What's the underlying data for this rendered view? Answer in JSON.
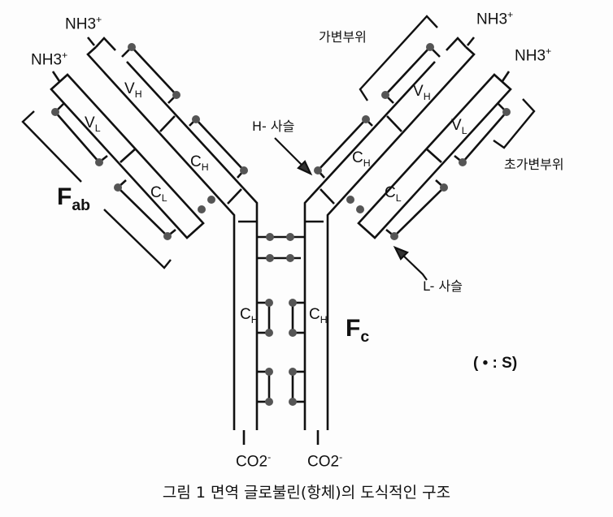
{
  "labels": {
    "nh3": "NH3",
    "nh3_charge": "+",
    "vh": "V",
    "vh_sub": "H",
    "vl": "V",
    "vl_sub": "L",
    "ch": "C",
    "ch_sub": "H",
    "cl": "C",
    "cl_sub": "L",
    "fab": "F",
    "fab_sub": "ab",
    "fc": "F",
    "fc_sub": "c",
    "co2": "CO2",
    "co2_charge": "-",
    "h_chain": "H- 사슬",
    "l_chain": "L- 사슬",
    "variable_region": "가변부위",
    "hypervariable_region": "초가변부위",
    "legend": "( • :  S)"
  },
  "caption": "그림 1  면역 글로불린(항체)의 도식적인 구조",
  "colors": {
    "line": "#111111",
    "dot": "#555555"
  }
}
